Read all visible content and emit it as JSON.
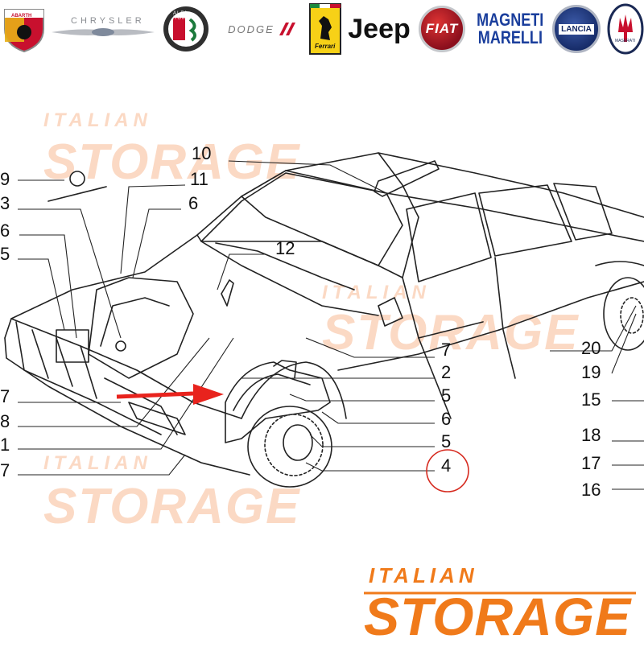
{
  "logos": {
    "abarth": "ABARTH",
    "chrysler": "CHRYSLER",
    "alfa_romeo": "ALFA ROMEO",
    "dodge": "DODGE",
    "ferrari": "Ferrari",
    "jeep": "Jeep",
    "fiat": "FIAT",
    "magneti_line1": "MAGNETI",
    "magneti_line2": "MARELLI",
    "lancia": "LANCIA",
    "maserati": "MASERATI"
  },
  "watermark": {
    "top": "ITALIAN",
    "bottom": "STORAGE"
  },
  "brand": {
    "top": "ITALIAN",
    "bottom": "STORAGE",
    "color": "#f07a1a"
  },
  "callouts": {
    "c10": "10",
    "c9": "9",
    "c11": "11",
    "c3": "3",
    "c6a": "6",
    "c6b": "6",
    "c5a": "5",
    "c12": "12",
    "c7a": "7",
    "c8": "8",
    "c1": "1",
    "c7b": "7",
    "c7c": "7",
    "c2": "2",
    "c5b": "5",
    "c6c": "6",
    "c5c": "5",
    "c4": "4",
    "c20": "20",
    "c19": "19",
    "c15": "15",
    "c18": "18",
    "c17": "17",
    "c16": "16"
  },
  "colors": {
    "arrow": "#e8231d",
    "circle": "#d62a1f"
  }
}
